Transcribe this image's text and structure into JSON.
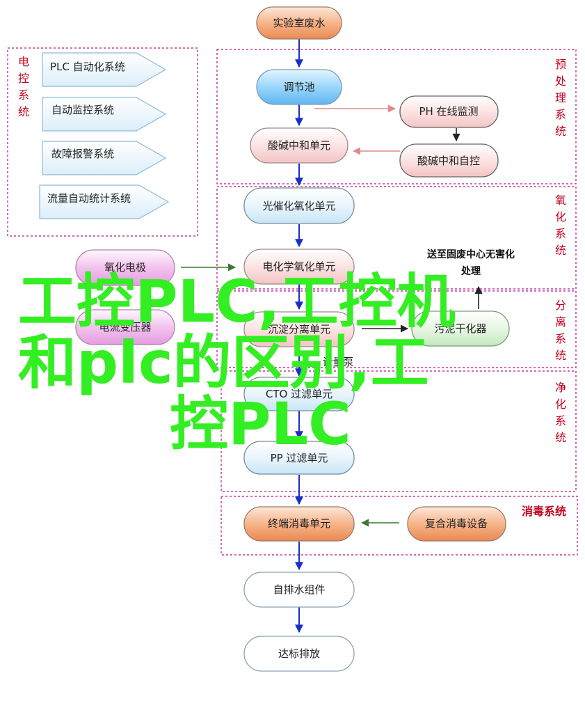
{
  "nodes": {
    "lab_waste": "实验室废水",
    "regulating_pool": "调节池",
    "acid_base_unit": "酸碱中和单元",
    "ph_monitor": "PH 在线监测",
    "acid_base_control": "酸碱中和自控",
    "photocatalytic": "光催化氧化单元",
    "electrochemical": "电化学氧化单元",
    "oxidation_electrode": "氧化电极",
    "rectifier": "电流变压器",
    "sediment_unit": "沉淀分离单元",
    "sludge_dryer": "污泥干化器",
    "harmless_center": "送至固废中心无害化处理",
    "dosing_pump": "计量泵",
    "cto_filter": "CTO 过滤单元",
    "pp_filter": "PP 过滤单元",
    "terminal_disinfection": "终端消毒单元",
    "composite_disinfection": "复合消毒设备",
    "drain_module": "自排水组件",
    "compliant_discharge": "达标排放"
  },
  "plc_panel": {
    "label": "电控系统",
    "items": [
      "PLC 自动化系统",
      "自动监控系统",
      "故障报警系统",
      "流量自动统计系统"
    ]
  },
  "sections": {
    "pretreatment": "预处理系统",
    "oxidation": "氧化系统",
    "separation": "分离系统",
    "purification": "净化系统",
    "disinfection": "消毒系统"
  },
  "overlay": {
    "line1": "工控PLC,工控机",
    "line2": "和plc的区别,工",
    "line3": "控PLC"
  },
  "colors": {
    "accent_red": "#c0001a",
    "section_border": "#c43aa0",
    "arrow_blue": "#1a2fc9",
    "overlay_green": "#33ee22"
  }
}
